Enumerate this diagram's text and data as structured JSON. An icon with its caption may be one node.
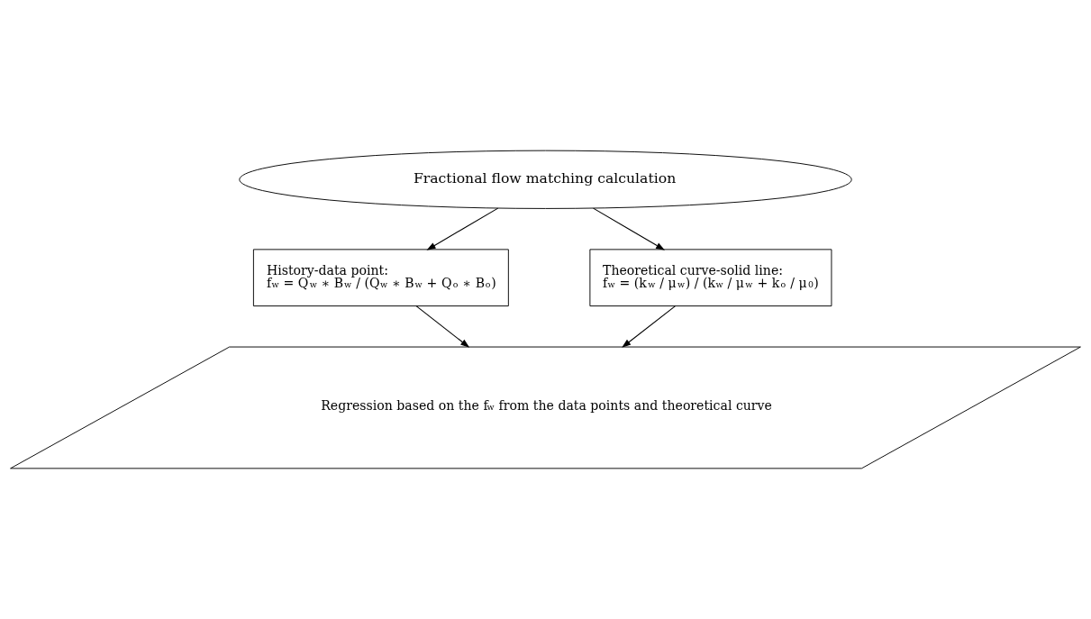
{
  "diagram": {
    "nodes": [
      {
        "text": [
          "Fractional flow matching calculation"
        ]
      },
      {
        "text": [
          "History-data point:",
          "f$_{w}$ = Q$_{w}$ ∗ B$_{w}$ / (Q$_{w}$ ∗ B$_{w}$ + Q$_{o}$ ∗ B$_{o}$)"
        ]
      },
      {
        "text": [
          "Theoretical curve-solid line:",
          "f$_{w}$ = (k$_{w}$ / μ$_{w}$) / (k$_{w}$ / μ$_{w}$ + k$_{o}$ / μ$_{0}$)"
        ]
      },
      {
        "text": [
          "Regression based on the f$_{w}$ from the data points and theoretical curve"
        ]
      }
    ],
    "edges": [
      {
        "from": 0,
        "to": 1,
        "arrow": "to"
      },
      {
        "from": 0,
        "to": 2,
        "arrow": "to"
      },
      {
        "from": 1,
        "to": 3,
        "arrow": "to"
      },
      {
        "from": 2,
        "to": 3,
        "arrow": "to"
      }
    ]
  }
}
